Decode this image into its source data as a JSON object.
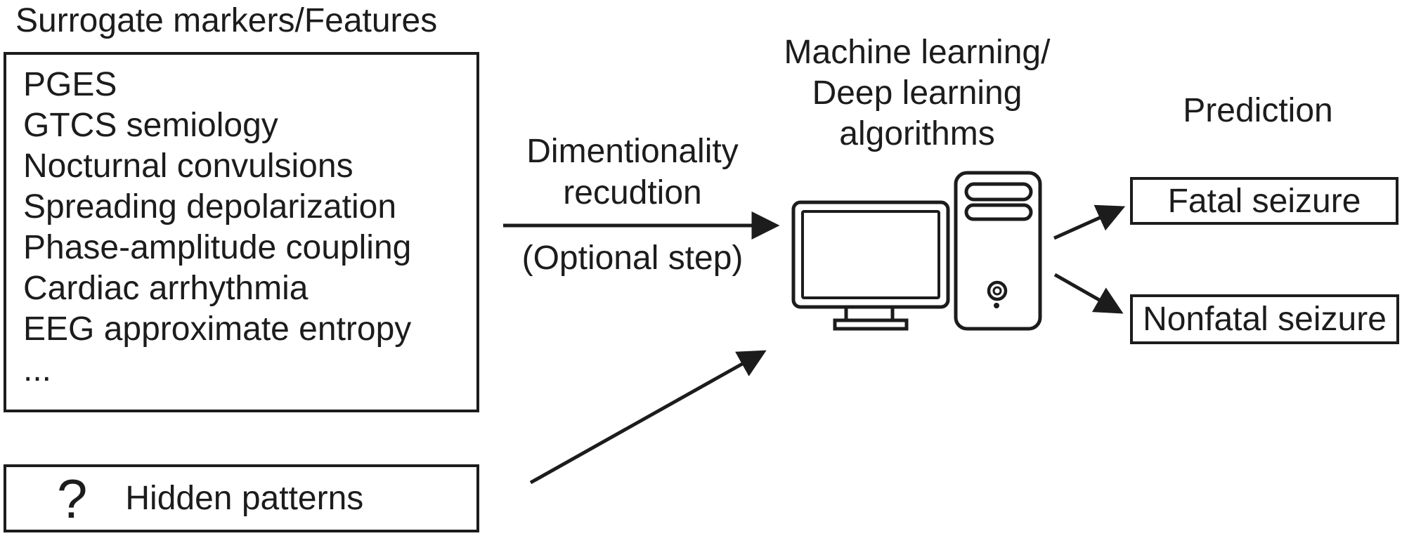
{
  "figure": {
    "background": "#ffffff",
    "ink": "#1c1c1c"
  },
  "features_panel": {
    "title": "Surrogate markers/Features",
    "items": [
      "PGES",
      "GTCS semiology",
      "Nocturnal convulsions",
      "Spreading depolarization",
      "Phase-amplitude coupling",
      "Cardiac arrhythmia",
      "EEG approximate entropy",
      "..."
    ]
  },
  "hidden_patterns": {
    "symbol": "?",
    "label": "Hidden patterns"
  },
  "dimensionality_step": {
    "line1": "Dimentionality",
    "line2": "recudtion",
    "note": "(Optional step)"
  },
  "ml_block": {
    "line1": "Machine learning/",
    "line2": "Deep learning",
    "line3": "algorithms"
  },
  "prediction": {
    "title": "Prediction",
    "outcomes": [
      "Fatal seizure",
      "Nonfatal seizure"
    ]
  }
}
